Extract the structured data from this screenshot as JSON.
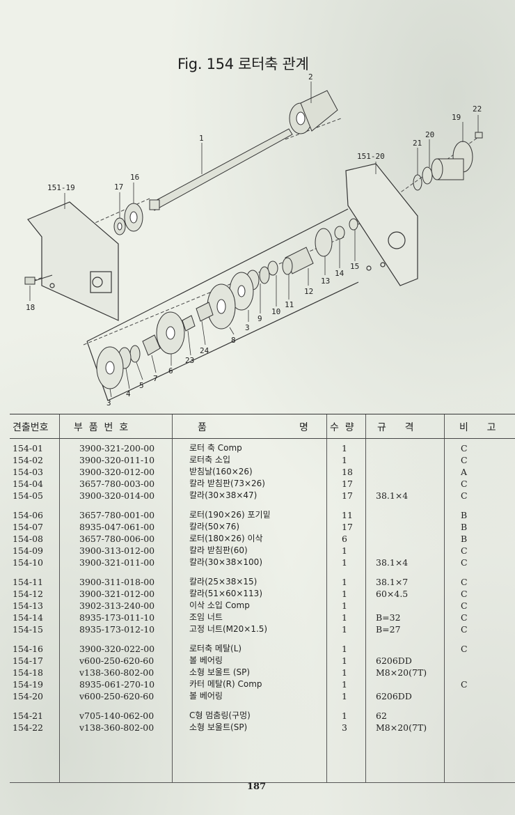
{
  "figure": {
    "title": "Fig. 154 로터축 관계",
    "callouts": {
      "c1": "1",
      "c2": "2",
      "c3a": "3",
      "c3b": "3",
      "c4": "4",
      "c5": "5",
      "c6": "6",
      "c7": "7",
      "c8": "8",
      "c9": "9",
      "c10": "10",
      "c11": "11",
      "c12": "12",
      "c13": "13",
      "c14": "14",
      "c15": "15",
      "c16": "16",
      "c17": "17",
      "c18": "18",
      "c19": "19",
      "c20": "20",
      "c21": "21",
      "c22": "22",
      "c23": "23",
      "c24": "24",
      "ref_left": "151-19",
      "ref_right": "151-20"
    }
  },
  "table": {
    "headers": {
      "no": "견출번호",
      "part_no": "부  품  번  호",
      "name_left": "품",
      "name_right": "명",
      "qty": "수  량",
      "spec": "규      격",
      "note": "비      고"
    },
    "rows": [
      {
        "no": "154-01",
        "part_no": "3900-321-200-00",
        "name": "로터 축 Comp",
        "qty": "1",
        "spec": "",
        "note": "C"
      },
      {
        "no": "154-02",
        "part_no": "3900-320-011-10",
        "name": "로터축 소입",
        "qty": "1",
        "spec": "",
        "note": "C"
      },
      {
        "no": "154-03",
        "part_no": "3900-320-012-00",
        "name": "받침날(160×26)",
        "qty": "18",
        "spec": "",
        "note": "A"
      },
      {
        "no": "154-04",
        "part_no": "3657-780-003-00",
        "name": "칼라 받침판(73×26)",
        "qty": "17",
        "spec": "",
        "note": "C"
      },
      {
        "no": "154-05",
        "part_no": "3900-320-014-00",
        "name": "칼라(30×38×47)",
        "qty": "17",
        "spec": "38.1×4",
        "note": "C"
      },
      {
        "no": "154-06",
        "part_no": "3657-780-001-00",
        "name": "로터(190×26) 포기밑",
        "qty": "11",
        "spec": "",
        "note": "B"
      },
      {
        "no": "154-07",
        "part_no": "8935-047-061-00",
        "name": "칼라(50×76)",
        "qty": "17",
        "spec": "",
        "note": "B"
      },
      {
        "no": "154-08",
        "part_no": "3657-780-006-00",
        "name": "로터(180×26) 이삭",
        "qty": "6",
        "spec": "",
        "note": "B"
      },
      {
        "no": "154-09",
        "part_no": "3900-313-012-00",
        "name": "칼라 받침판(60)",
        "qty": "1",
        "spec": "",
        "note": "C"
      },
      {
        "no": "154-10",
        "part_no": "3900-321-011-00",
        "name": "칼라(30×38×100)",
        "qty": "1",
        "spec": "38.1×4",
        "note": "C"
      },
      {
        "no": "154-11",
        "part_no": "3900-311-018-00",
        "name": "칼라(25×38×15)",
        "qty": "1",
        "spec": "38.1×7",
        "note": "C"
      },
      {
        "no": "154-12",
        "part_no": "3900-321-012-00",
        "name": "칼라(51×60×113)",
        "qty": "1",
        "spec": "60×4.5",
        "note": "C"
      },
      {
        "no": "154-13",
        "part_no": "3902-313-240-00",
        "name": "이삭 소입 Comp",
        "qty": "1",
        "spec": "",
        "note": "C"
      },
      {
        "no": "154-14",
        "part_no": "8935-173-011-10",
        "name": "조임 너트",
        "qty": "1",
        "spec": "B=32",
        "note": "C"
      },
      {
        "no": "154-15",
        "part_no": "8935-173-012-10",
        "name": "고정 너트(M20×1.5)",
        "qty": "1",
        "spec": "B=27",
        "note": "C"
      },
      {
        "no": "154-16",
        "part_no": "3900-320-022-00",
        "name": "로터축 메탈(L)",
        "qty": "1",
        "spec": "",
        "note": "C"
      },
      {
        "no": "154-17",
        "part_no": "v600-250-620-60",
        "name": "볼 베어링",
        "qty": "1",
        "spec": "6206DD",
        "note": ""
      },
      {
        "no": "154-18",
        "part_no": "v138-360-802-00",
        "name": "소형 보울트 (SP)",
        "qty": "1",
        "spec": "M8×20(7T)",
        "note": ""
      },
      {
        "no": "154-19",
        "part_no": "8935-061-270-10",
        "name": "카터 메탈(R) Comp",
        "qty": "1",
        "spec": "",
        "note": "C"
      },
      {
        "no": "154-20",
        "part_no": "v600-250-620-60",
        "name": "볼 베어링",
        "qty": "1",
        "spec": "6206DD",
        "note": ""
      },
      {
        "no": "154-21",
        "part_no": "v705-140-062-00",
        "name": "C형 멈춤링(구멍)",
        "qty": "1",
        "spec": "62",
        "note": ""
      },
      {
        "no": "154-22",
        "part_no": "v138-360-802-00",
        "name": "소형 보울트(SP)",
        "qty": "3",
        "spec": "M8×20(7T)",
        "note": ""
      }
    ]
  },
  "page_number": "187"
}
